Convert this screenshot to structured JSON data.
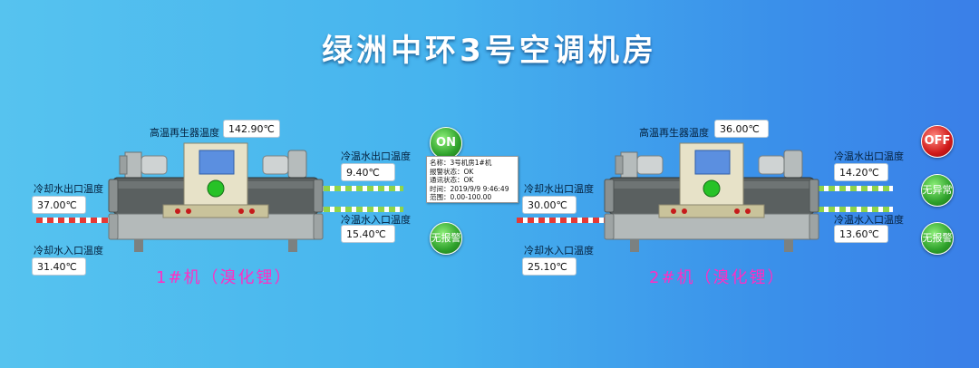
{
  "title": "绿洲中环3号空调机房",
  "colors": {
    "alarm_pipe": "#e53935",
    "ok_pipe": "#8fd44a",
    "unit_name": "#ff2ec4",
    "status_green": "#2ea12b",
    "status_red": "#d01a1a"
  },
  "units": [
    {
      "name": "1#机（溴化锂）",
      "gen_label": "高温再生器温度",
      "gen_value": "142.90℃",
      "chw_out_label": "冷温水出口温度",
      "chw_out_value": "9.40℃",
      "chw_in_label": "冷温水入口温度",
      "chw_in_value": "15.40℃",
      "cw_out_label": "冷却水出口温度",
      "cw_out_value": "37.00℃",
      "cw_in_label": "冷却水入口温度",
      "cw_in_value": "31.40℃",
      "run_status": "ON",
      "run_icon": "on-indicator-icon",
      "alarm_status": "无报警"
    },
    {
      "name": "2#机（溴化锂）",
      "gen_label": "高温再生器温度",
      "gen_value": "36.00℃",
      "chw_out_label": "冷温水出口温度",
      "chw_out_value": "14.20℃",
      "chw_in_label": "冷温水入口温度",
      "chw_in_value": "13.60℃",
      "cw_out_label": "冷却水出口温度",
      "cw_out_value": "30.00℃",
      "cw_in_label": "冷却水入口温度",
      "cw_in_value": "25.10℃",
      "run_status": "OFF",
      "run_icon": "off-indicator-icon",
      "fault_status": "无异常",
      "alarm_status": "无报警"
    }
  ],
  "tooltip": {
    "line1": "名称：3号机房1#机",
    "line2": "报警状态：OK",
    "line3": "通讯状态：OK",
    "line4": "时间：2019/9/9 9:46:49",
    "line5": "范围：0.00-100.00"
  }
}
